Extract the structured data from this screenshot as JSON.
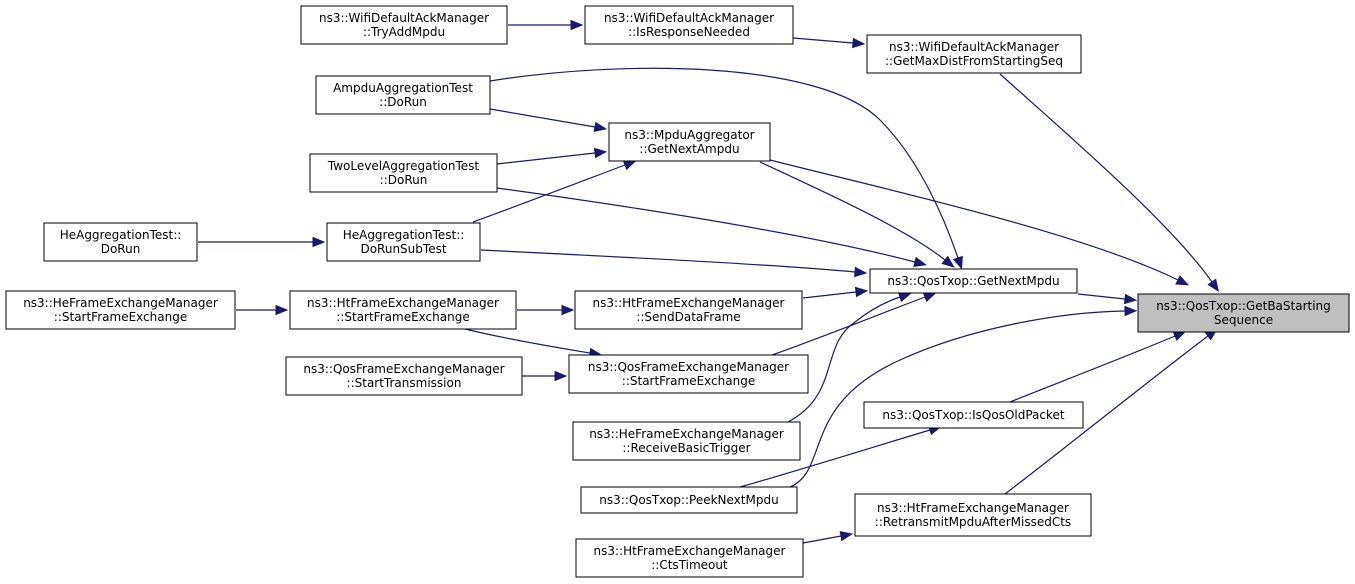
{
  "graph": {
    "type": "call-graph",
    "colors": {
      "edge": "#191970",
      "target_fill": "#bfbfbf",
      "node_fill": "#ffffff",
      "border": "#000000"
    },
    "nodes": [
      {
        "id": "getbastartingseq",
        "lines": [
          "ns3::QosTxop::GetBaStarting",
          "Sequence"
        ],
        "target": true
      },
      {
        "id": "getnextmpdu",
        "lines": [
          "ns3::QosTxop::GetNextMpdu"
        ]
      },
      {
        "id": "isqosoldpacket",
        "lines": [
          "ns3::QosTxop::IsQosOldPacket"
        ]
      },
      {
        "id": "retransmit",
        "lines": [
          "ns3::HtFrameExchangeManager",
          "::RetransmitMpduAfterMissedCts"
        ]
      },
      {
        "id": "getmaxdist",
        "lines": [
          "ns3::WifiDefaultAckManager",
          "::GetMaxDistFromStartingSeq"
        ]
      },
      {
        "id": "isresponseneeded",
        "lines": [
          "ns3::WifiDefaultAckManager",
          "::IsResponseNeeded"
        ]
      },
      {
        "id": "tryaddmpdu",
        "lines": [
          "ns3::WifiDefaultAckManager",
          "::TryAddMpdu"
        ]
      },
      {
        "id": "mpduagg",
        "lines": [
          "ns3::MpduAggregator",
          "::GetNextAmpdu"
        ]
      },
      {
        "id": "ampdutest",
        "lines": [
          "AmpduAggregationTest",
          "::DoRun"
        ]
      },
      {
        "id": "twoleveltest",
        "lines": [
          "TwoLevelAggregationTest",
          "::DoRun"
        ]
      },
      {
        "id": "hesubtest",
        "lines": [
          "HeAggregationTest::",
          "DoRunSubTest"
        ]
      },
      {
        "id": "hedorun",
        "lines": [
          "HeAggregationTest::",
          "DoRun"
        ]
      },
      {
        "id": "htsenddata",
        "lines": [
          "ns3::HtFrameExchangeManager",
          "::SendDataFrame"
        ]
      },
      {
        "id": "htstartfe",
        "lines": [
          "ns3::HtFrameExchangeManager",
          "::StartFrameExchange"
        ]
      },
      {
        "id": "hestartfe",
        "lines": [
          "ns3::HeFrameExchangeManager",
          "::StartFrameExchange"
        ]
      },
      {
        "id": "qosstartfe",
        "lines": [
          "ns3::QosFrameExchangeManager",
          "::StartFrameExchange"
        ]
      },
      {
        "id": "qosstarttx",
        "lines": [
          "ns3::QosFrameExchangeManager",
          "::StartTransmission"
        ]
      },
      {
        "id": "hereceive",
        "lines": [
          "ns3::HeFrameExchangeManager",
          "::ReceiveBasicTrigger"
        ]
      },
      {
        "id": "peeknextmpdu",
        "lines": [
          "ns3::QosTxop::PeekNextMpdu"
        ]
      },
      {
        "id": "ctstimeout",
        "lines": [
          "ns3::HtFrameExchangeManager",
          "::CtsTimeout"
        ]
      }
    ],
    "edges": [
      {
        "from": "getnextmpdu",
        "to": "getbastartingseq"
      },
      {
        "from": "isqosoldpacket",
        "to": "getbastartingseq"
      },
      {
        "from": "retransmit",
        "to": "getbastartingseq"
      },
      {
        "from": "getmaxdist",
        "to": "getbastartingseq"
      },
      {
        "from": "mpduagg",
        "to": "getbastartingseq"
      },
      {
        "from": "peeknextmpdu",
        "to": "getbastartingseq"
      },
      {
        "from": "isresponseneeded",
        "to": "getmaxdist"
      },
      {
        "from": "tryaddmpdu",
        "to": "isresponseneeded"
      },
      {
        "from": "ampdutest",
        "to": "mpduagg"
      },
      {
        "from": "twoleveltest",
        "to": "mpduagg"
      },
      {
        "from": "hesubtest",
        "to": "mpduagg"
      },
      {
        "from": "hedorun",
        "to": "hesubtest"
      },
      {
        "from": "mpduagg",
        "to": "getnextmpdu"
      },
      {
        "from": "ampdutest",
        "to": "getnextmpdu"
      },
      {
        "from": "twoleveltest",
        "to": "getnextmpdu"
      },
      {
        "from": "hesubtest",
        "to": "getnextmpdu"
      },
      {
        "from": "htsenddata",
        "to": "getnextmpdu"
      },
      {
        "from": "qosstartfe",
        "to": "getnextmpdu"
      },
      {
        "from": "hereceive",
        "to": "getnextmpdu"
      },
      {
        "from": "htstartfe",
        "to": "htsenddata"
      },
      {
        "from": "hestartfe",
        "to": "htstartfe"
      },
      {
        "from": "htstartfe",
        "to": "qosstartfe"
      },
      {
        "from": "qosstarttx",
        "to": "qosstartfe"
      },
      {
        "from": "peeknextmpdu",
        "to": "isqosoldpacket"
      },
      {
        "from": "ctstimeout",
        "to": "retransmit"
      }
    ]
  }
}
